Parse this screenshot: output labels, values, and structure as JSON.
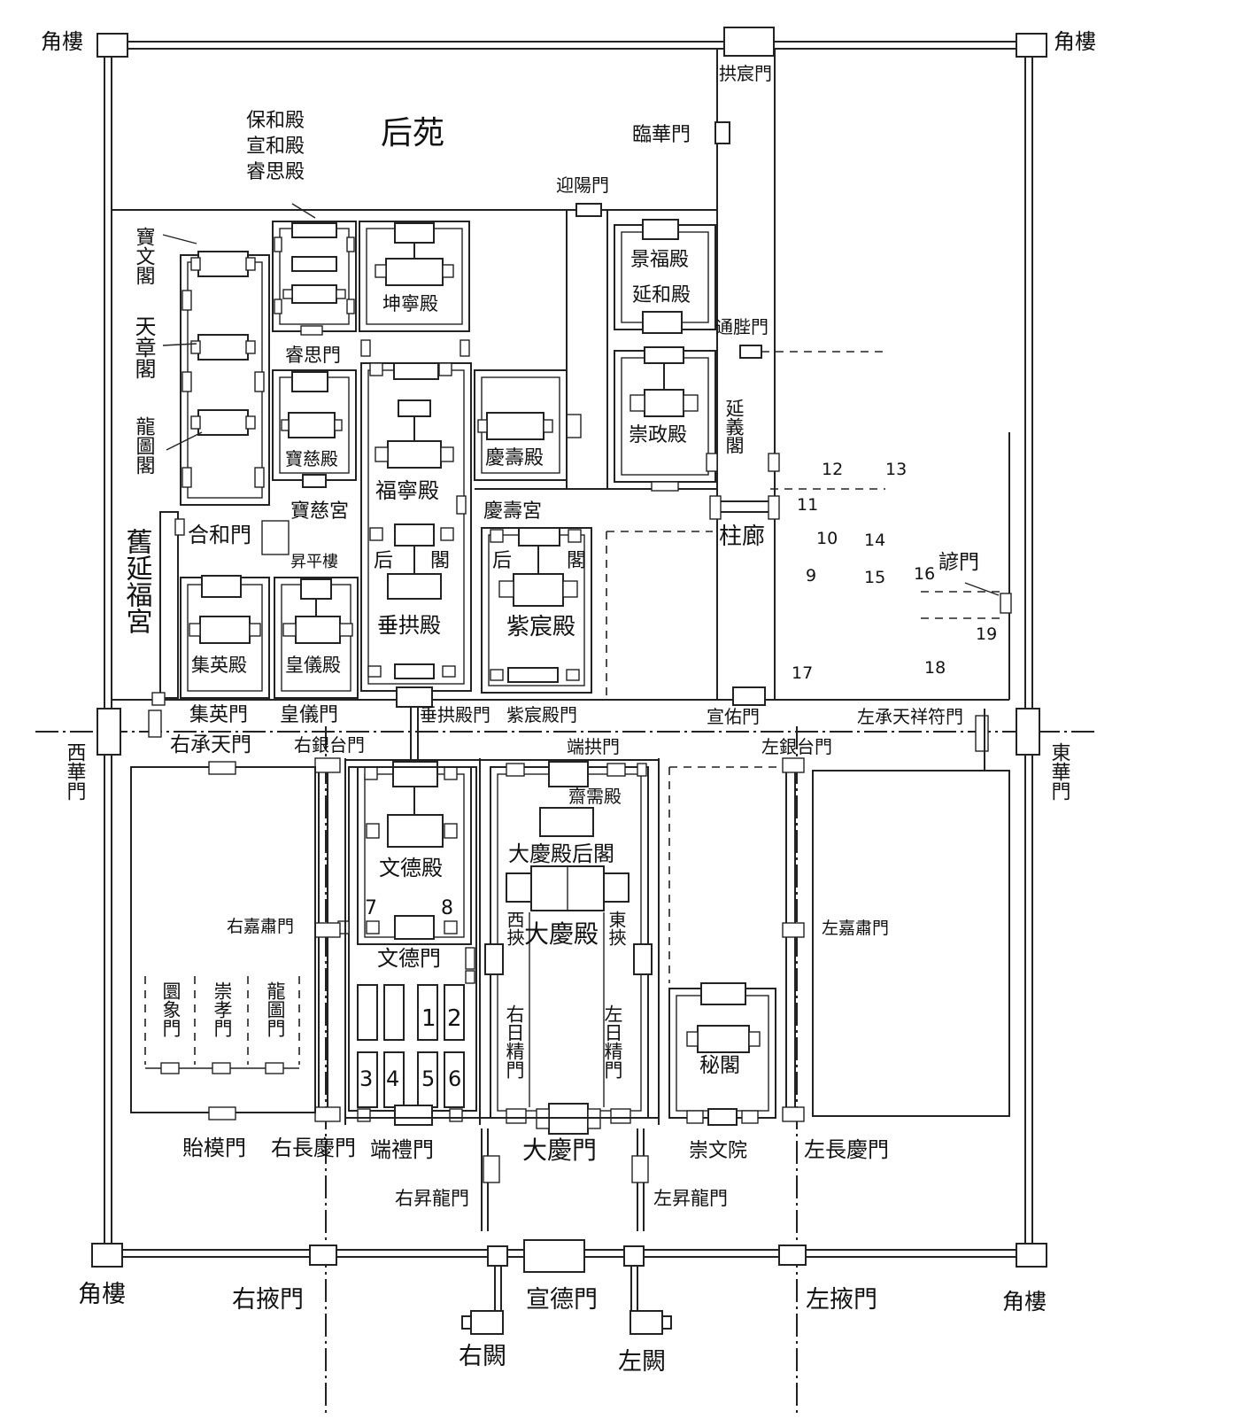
{
  "labels": {
    "corner_tl": "角樓",
    "corner_tr": "角樓",
    "corner_bl": "角樓",
    "corner_br": "角樓",
    "gongchen_gate": "拱宸門",
    "houyuan": "后苑",
    "linhua_gate": "臨華門",
    "baohe_group": [
      "保和殿",
      "宣和殿",
      "睿思殿"
    ],
    "yingyang_gate": "迎陽門",
    "baowen_ge": "寶文閣",
    "tianzhang_ge": "天章閣",
    "longtu_ge": "龍圖閣",
    "kunning_dian": "坤寧殿",
    "ruisi_gate": "睿思門",
    "jingfu_dian": "景福殿",
    "yanhe_dian": "延和殿",
    "tongbian_gate": "通䏶門",
    "chongzheng_dian": "崇政殿",
    "yanyi_ge": "延義閣",
    "baoci_dian": "寶慈殿",
    "baoci_gong": "寶慈宮",
    "funing_dian": "福寧殿",
    "qingshou_dian": "慶壽殿",
    "qingshou_gong": "慶壽宮",
    "hehe_gate": "合和門",
    "old_yanfu_palace": "舊延福宮",
    "shengping_lou": "昇平樓",
    "hou_ge_left": [
      "后",
      "閣"
    ],
    "hou_ge_right": [
      "后",
      "閣"
    ],
    "chuigong_dian": "垂拱殿",
    "zichen_dian": "紫宸殿",
    "zhulang": "柱廊",
    "jiying_dian": "集英殿",
    "huangyi_dian": "皇儀殿",
    "jiying_gate": "集英門",
    "huangyi_gate": "皇儀門",
    "chuigong_dian_gate": "垂拱殿門",
    "zichen_dian_gate": "紫宸殿門",
    "xuanyou_gate": "宣佑門",
    "zuochengtianxiangfu_gate": "左承天祥符門",
    "ye_gate": "諺門",
    "xihua_gate": "西華門",
    "donghua_gate": "東華門",
    "youchengtian_gate": "右承天門",
    "youyintai_gate": "右銀台門",
    "duangong_gate": "端拱門",
    "zuoyintai_gate": "左銀台門",
    "zhaixu_dian": "齋需殿",
    "daqing_hou_ge": "大慶殿后閣",
    "wende_dian": "文德殿",
    "wende_gate": "文德門",
    "num7": "7",
    "num8": "8",
    "xijia": "西挾",
    "dongjia": "東挾",
    "daqing_dian": "大慶殿",
    "youjiasu_gate": "右嘉肅門",
    "zuojiasu_gate": "左嘉肅門",
    "yuanxiang_gate": "圜象門",
    "chongxiao_gate": "崇孝門",
    "longtu_gate": "龍圖門",
    "bays": [
      "1",
      "2",
      "3",
      "4",
      "5",
      "6"
    ],
    "yourijing_gate": "右日精門",
    "zuorijing_gate": "左日精門",
    "mige": "秘閣",
    "chongwen_yuan": "崇文院",
    "yimo_gate": "貽模門",
    "youchangqing_gate": "右長慶門",
    "duanli_gate": "端禮門",
    "daqing_gate": "大慶門",
    "zuochangqing_gate": "左長慶門",
    "youshenglong_gate": "右昇龍門",
    "zuoshenglong_gate": "左昇龍門",
    "youye_gate": "右掖門",
    "xuande_gate": "宣德門",
    "zuoye_gate": "左掖門",
    "you_que": "右闕",
    "zuo_que": "左闕"
  },
  "east_numbers": [
    "12",
    "13",
    "11",
    "10",
    "14",
    "9",
    "15",
    "16",
    "19",
    "17",
    "18"
  ]
}
